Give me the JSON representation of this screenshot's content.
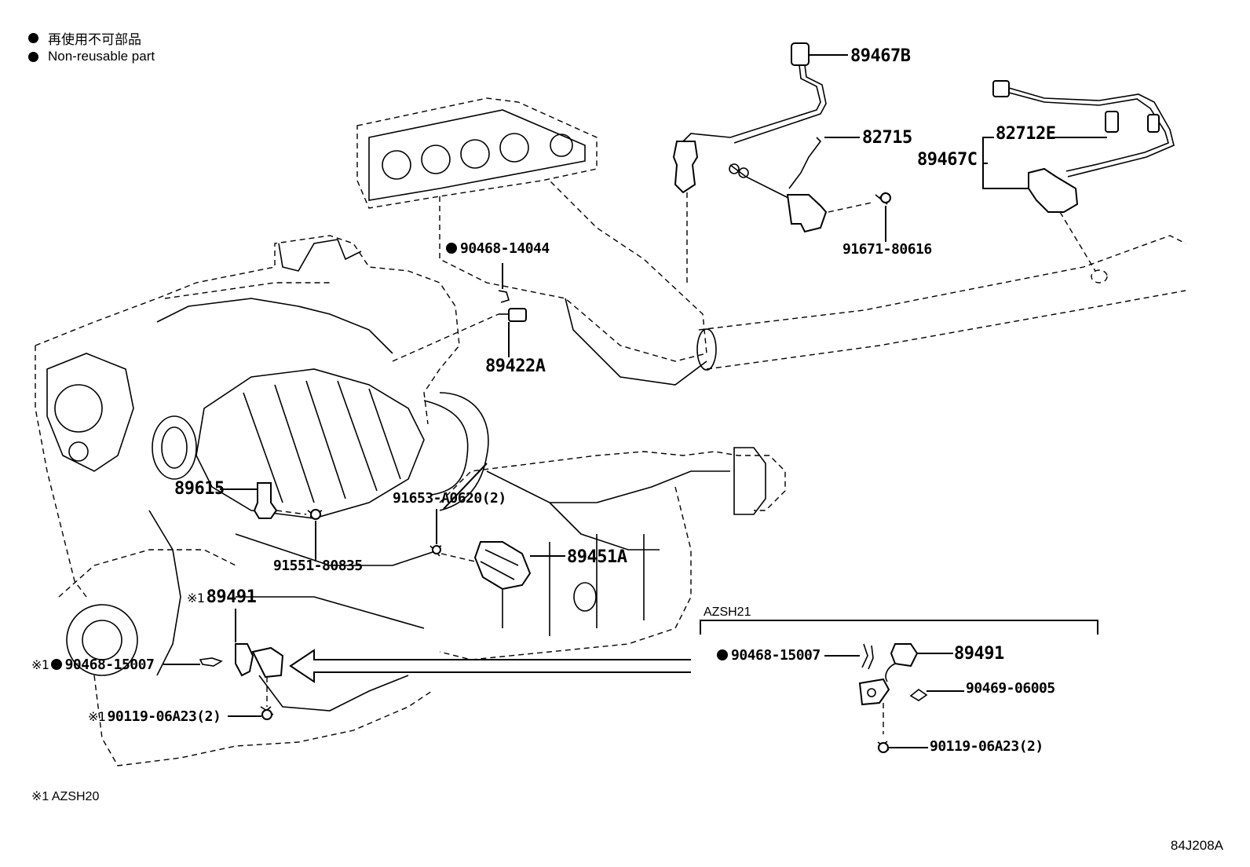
{
  "legend": {
    "line_jp": "再使用不可部品",
    "line_en": "Non-reusable part"
  },
  "labels": {
    "p89467B": "89467B",
    "p82715": "82715",
    "p82712E": "82712E",
    "p89467C": "89467C",
    "p91671": "91671-80616",
    "p90468_14044": "90468-14044",
    "p89422A": "89422A",
    "p89615": "89615",
    "p91653": "91653-A0620(2)",
    "p91551": "91551-80835",
    "p89451A": "89451A",
    "p89491_left": "89491",
    "p90468_15007_left": "90468-15007",
    "p90119_left": "90119-06A23(2)",
    "p90468_15007_right": "90468-15007",
    "p89491_right": "89491",
    "p90469": "90469-06005",
    "p90119_right": "90119-06A23(2)"
  },
  "marks": {
    "ref_mark": "※1"
  },
  "inset": {
    "title": "AZSH21"
  },
  "footnote": "※1 AZSH20",
  "diagram_code": "84J208A",
  "colors": {
    "line": "#000000",
    "background": "#ffffff"
  }
}
